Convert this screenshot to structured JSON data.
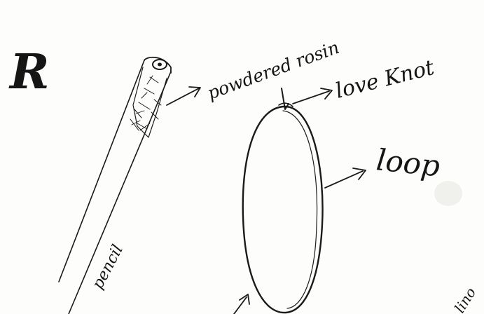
{
  "figure_letter": "R",
  "labels": {
    "powdered_rosin": "powdered rosin",
    "love_knot": "love Knot",
    "loop": "loop",
    "pencil": "pencil",
    "edge_fragment": "lino"
  },
  "ink_color": "#1a1a1a"
}
